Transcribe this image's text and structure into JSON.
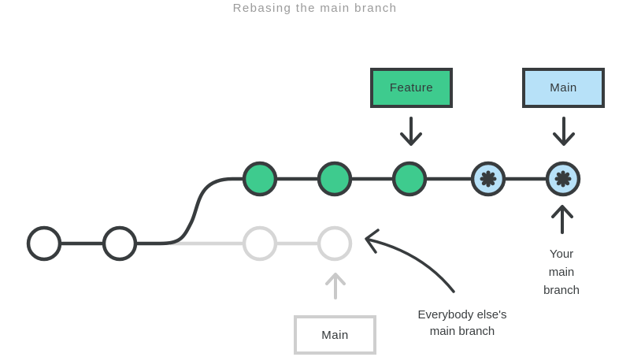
{
  "title": "Rebasing the main branch",
  "colors": {
    "feature_green": "#3ecb8e",
    "main_blue": "#b7e1f8",
    "stroke_dark": "#383c3e",
    "faded_gray": "#d6d6d6",
    "faded_arrow_gray": "#c9c9c9",
    "title_gray": "#9b9b9b",
    "node_fill_white": "#ffffff"
  },
  "boxes": {
    "feature": "Feature",
    "main_top": "Main",
    "main_bottom": "Main"
  },
  "annotations": {
    "your_main_branch": "Your\nmain\nbranch",
    "everybody_elses": "Everybody else's\nmain branch"
  },
  "icons": {
    "rebased_commit": "asterisk-icon",
    "feature_pointer": "arrow-down-icon",
    "main_pointer": "arrow-down-icon",
    "your_main_pointer": "arrow-up-icon",
    "old_main_pointer": "arrow-up-icon",
    "everybody_pointer": "curved-arrow-icon"
  },
  "diagram": {
    "shared_base_commits": 2,
    "feature_commits": 3,
    "rebased_main_commits": 2,
    "old_main_commits": 2
  }
}
